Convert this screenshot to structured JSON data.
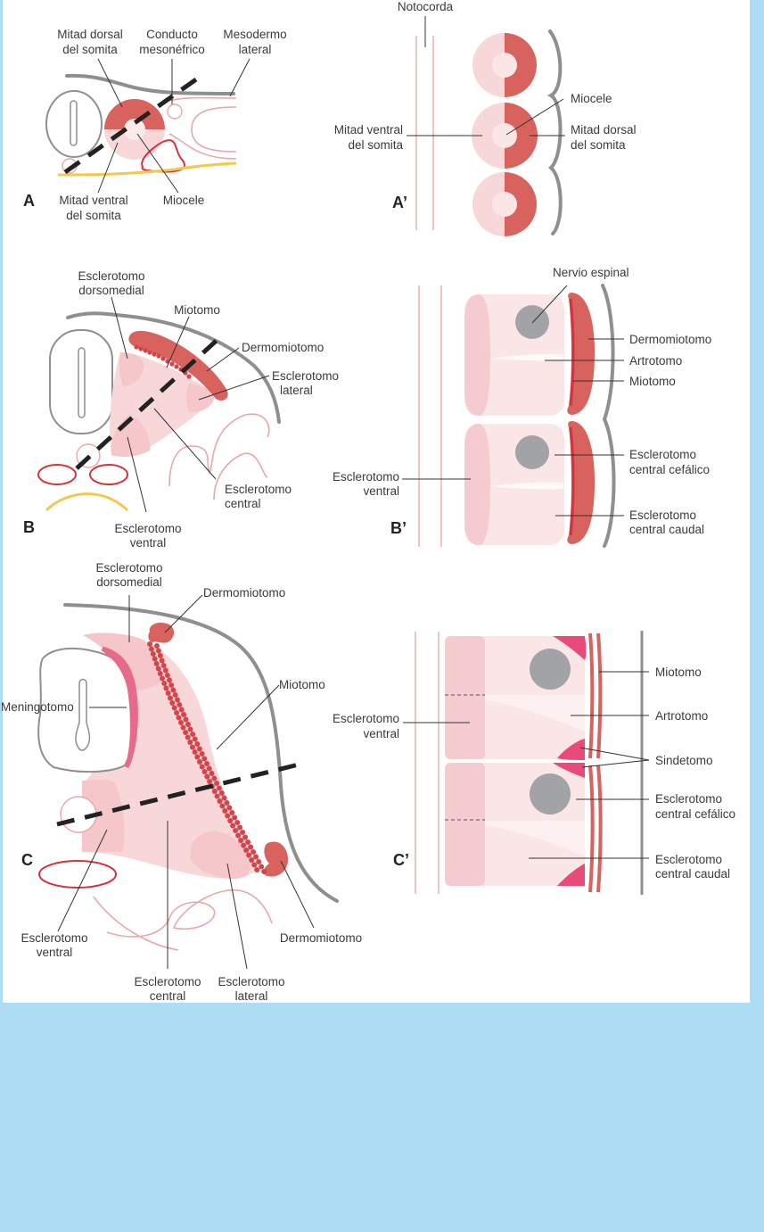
{
  "colors": {
    "background": "#ADDDF5",
    "panel": "#FFFFFF",
    "dermomyotome": "#D7625E",
    "sclerotome_light": "#F8D7D9",
    "sclerotome_mid": "#F5C6CA",
    "syndetome": "#E84A7A",
    "nerve": "#A2A3A6",
    "skin_line": "#8F8F8F",
    "mesonephric_red": "#D2333C",
    "endoderm_yellow": "#F2C94C"
  },
  "panels": {
    "A": {
      "letter": "A",
      "labels": {
        "dorsal_half_1": "Mitad dorsal",
        "dorsal_half_2": "del somita",
        "mesonephric_1": "Conducto",
        "mesonephric_2": "mesonéfrico",
        "lateral_mesoderm_1": "Mesodermo",
        "lateral_mesoderm_2": "lateral",
        "ventral_half_1": "Mitad ventral",
        "ventral_half_2": "del somita",
        "myocoele": "Miocele"
      }
    },
    "A_prime": {
      "letter": "A’",
      "labels": {
        "notochord": "Notocorda",
        "myocoele": "Miocele",
        "ventral_half_1": "Mitad ventral",
        "ventral_half_2": "del somita",
        "dorsal_half_1": "Mitad dorsal",
        "dorsal_half_2": "del somita"
      }
    },
    "B": {
      "letter": "B",
      "labels": {
        "dorsomedial_1": "Esclerotomo",
        "dorsomedial_2": "dorsomedial",
        "myotome": "Miotomo",
        "dermomyotome": "Dermomiotomo",
        "lateral_1": "Esclerotomo",
        "lateral_2": "lateral",
        "central_1": "Esclerotomo",
        "central_2": "central",
        "ventral_1": "Esclerotomo",
        "ventral_2": "ventral"
      }
    },
    "B_prime": {
      "letter": "B’",
      "labels": {
        "spinal_nerve": "Nervio espinal",
        "dermomyotome": "Dermomiotomo",
        "arthrotome": "Artrotomo",
        "myotome": "Miotomo",
        "ventral_1": "Esclerotomo",
        "ventral_2": "ventral",
        "cephalic_1": "Esclerotomo",
        "cephalic_2": "central cefálico",
        "caudal_1": "Esclerotomo",
        "caudal_2": "central caudal"
      }
    },
    "C": {
      "letter": "C",
      "labels": {
        "dorsomedial_1": "Esclerotomo",
        "dorsomedial_2": "dorsomedial",
        "dermomyotome_top": "Dermomiotomo",
        "meningotome": "Meningotomo",
        "myotome": "Miotomo",
        "ventral_1": "Esclerotomo",
        "ventral_2": "ventral",
        "dermomyotome_bottom": "Dermomiotomo",
        "central_1": "Esclerotomo",
        "central_2": "central",
        "lateral_1": "Esclerotomo",
        "lateral_2": "lateral"
      }
    },
    "C_prime": {
      "letter": "C’",
      "labels": {
        "myotome": "Miotomo",
        "ventral_1": "Esclerotomo",
        "ventral_2": "ventral",
        "arthrotome": "Artrotomo",
        "syndetome": "Sindetomo",
        "cephalic_1": "Esclerotomo",
        "cephalic_2": "central cefálico",
        "caudal_1": "Esclerotomo",
        "caudal_2": "central caudal"
      }
    }
  }
}
